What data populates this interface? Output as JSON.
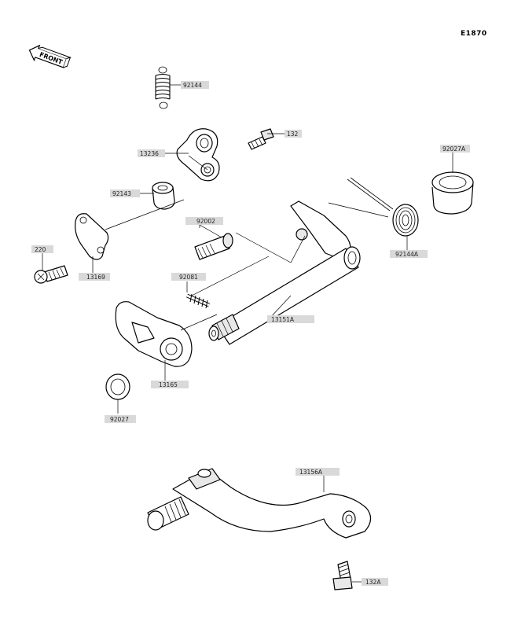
{
  "diagram": {
    "figure_code": "E1870",
    "front_label": "FRONT",
    "colors": {
      "label_box": "#d9d9d9",
      "line": "#000000",
      "background": "#ffffff"
    }
  },
  "callouts": [
    {
      "id": "92144",
      "text": "92144"
    },
    {
      "id": "132",
      "text": "132"
    },
    {
      "id": "13236",
      "text": "13236"
    },
    {
      "id": "92027A",
      "text": "92027A"
    },
    {
      "id": "92143",
      "text": "92143"
    },
    {
      "id": "92002",
      "text": "92002"
    },
    {
      "id": "220",
      "text": "220"
    },
    {
      "id": "13169",
      "text": "13169"
    },
    {
      "id": "92081",
      "text": "92081"
    },
    {
      "id": "92144A",
      "text": "92144A"
    },
    {
      "id": "13151A",
      "text": "13151A"
    },
    {
      "id": "13165",
      "text": "13165"
    },
    {
      "id": "92027",
      "text": "92027"
    },
    {
      "id": "13156A",
      "text": "13156A"
    },
    {
      "id": "132A",
      "text": "132A"
    }
  ]
}
